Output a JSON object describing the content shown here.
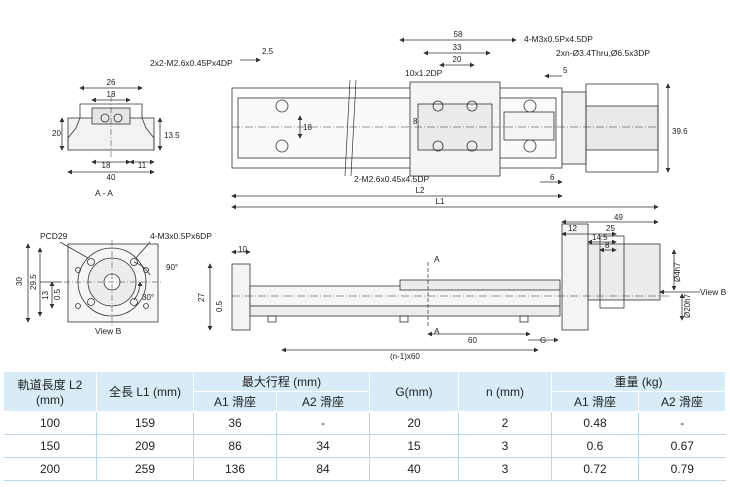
{
  "labels": {
    "section_aa": "A - A",
    "view_b": "View B",
    "view_b_arrow": "View B",
    "section_mark_top": "A",
    "section_mark_bottom": "A",
    "pcd": "PCD29",
    "note_m3_6dp": "4-M3x0.5Px6DP",
    "note_m2_tl": "2x2-M2.6x0.45Px4DP",
    "note_m3_4dp": "4-M3x0.5Px4.5DP",
    "note_thru": "2xn-Ø3.4Thru,Ø6.5x3DP",
    "note_m2_bottom": "2-M2.6x0.45x4.5DP",
    "note_10x1": "10x1.2DP"
  },
  "dims": {
    "aa_26": "26",
    "aa_18_top": "18",
    "aa_20": "20",
    "aa_13_5": "13.5",
    "aa_18_bot": "18",
    "aa_11": "11",
    "aa_40": "40",
    "top_2_5": "2.5",
    "top_58": "58",
    "top_33": "33",
    "top_20": "20",
    "top_5": "5",
    "top_18": "18",
    "top_8": "8",
    "top_39_6": "39.6",
    "top_6": "6",
    "top_l2": "L2",
    "top_l1": "L1",
    "vb_30": "30",
    "vb_29_5": "29.5",
    "vb_13": "13",
    "vb_0_5": "0.5",
    "vb_90": "90°",
    "vb_30deg": "30°",
    "fr_10": "10",
    "fr_27": "27",
    "fr_0_5": "0.5",
    "fr_60": "60",
    "fr_g": "G",
    "fr_n60": "(n-1)x60",
    "fr_49": "49",
    "fr_12": "12",
    "fr_25": "25",
    "fr_14_5": "14.5",
    "fr_8": "8",
    "fr_d4": "Ø4h7",
    "fr_d20": "Ø20h7"
  },
  "table": {
    "headers": {
      "rail_length": "軌道長度 L2 (mm)",
      "total_length": "全長 L1 (mm)",
      "max_stroke": "最大行程 (mm)",
      "a1": "A1 滑座",
      "a2": "A2 滑座",
      "g": "G(mm)",
      "n": "n (mm)",
      "weight": "重量 (kg)",
      "w_a1": "A1 滑座",
      "w_a2": "A2 滑座"
    },
    "rows": [
      {
        "l2": "100",
        "l1": "159",
        "s_a1": "36",
        "s_a2": "-",
        "g": "20",
        "n": "2",
        "w_a1": "0.48",
        "w_a2": "-"
      },
      {
        "l2": "150",
        "l1": "209",
        "s_a1": "86",
        "s_a2": "34",
        "g": "15",
        "n": "3",
        "w_a1": "0.6",
        "w_a2": "0.67"
      },
      {
        "l2": "200",
        "l1": "259",
        "s_a1": "136",
        "s_a2": "84",
        "g": "40",
        "n": "3",
        "w_a1": "0.72",
        "w_a2": "0.79"
      }
    ]
  }
}
